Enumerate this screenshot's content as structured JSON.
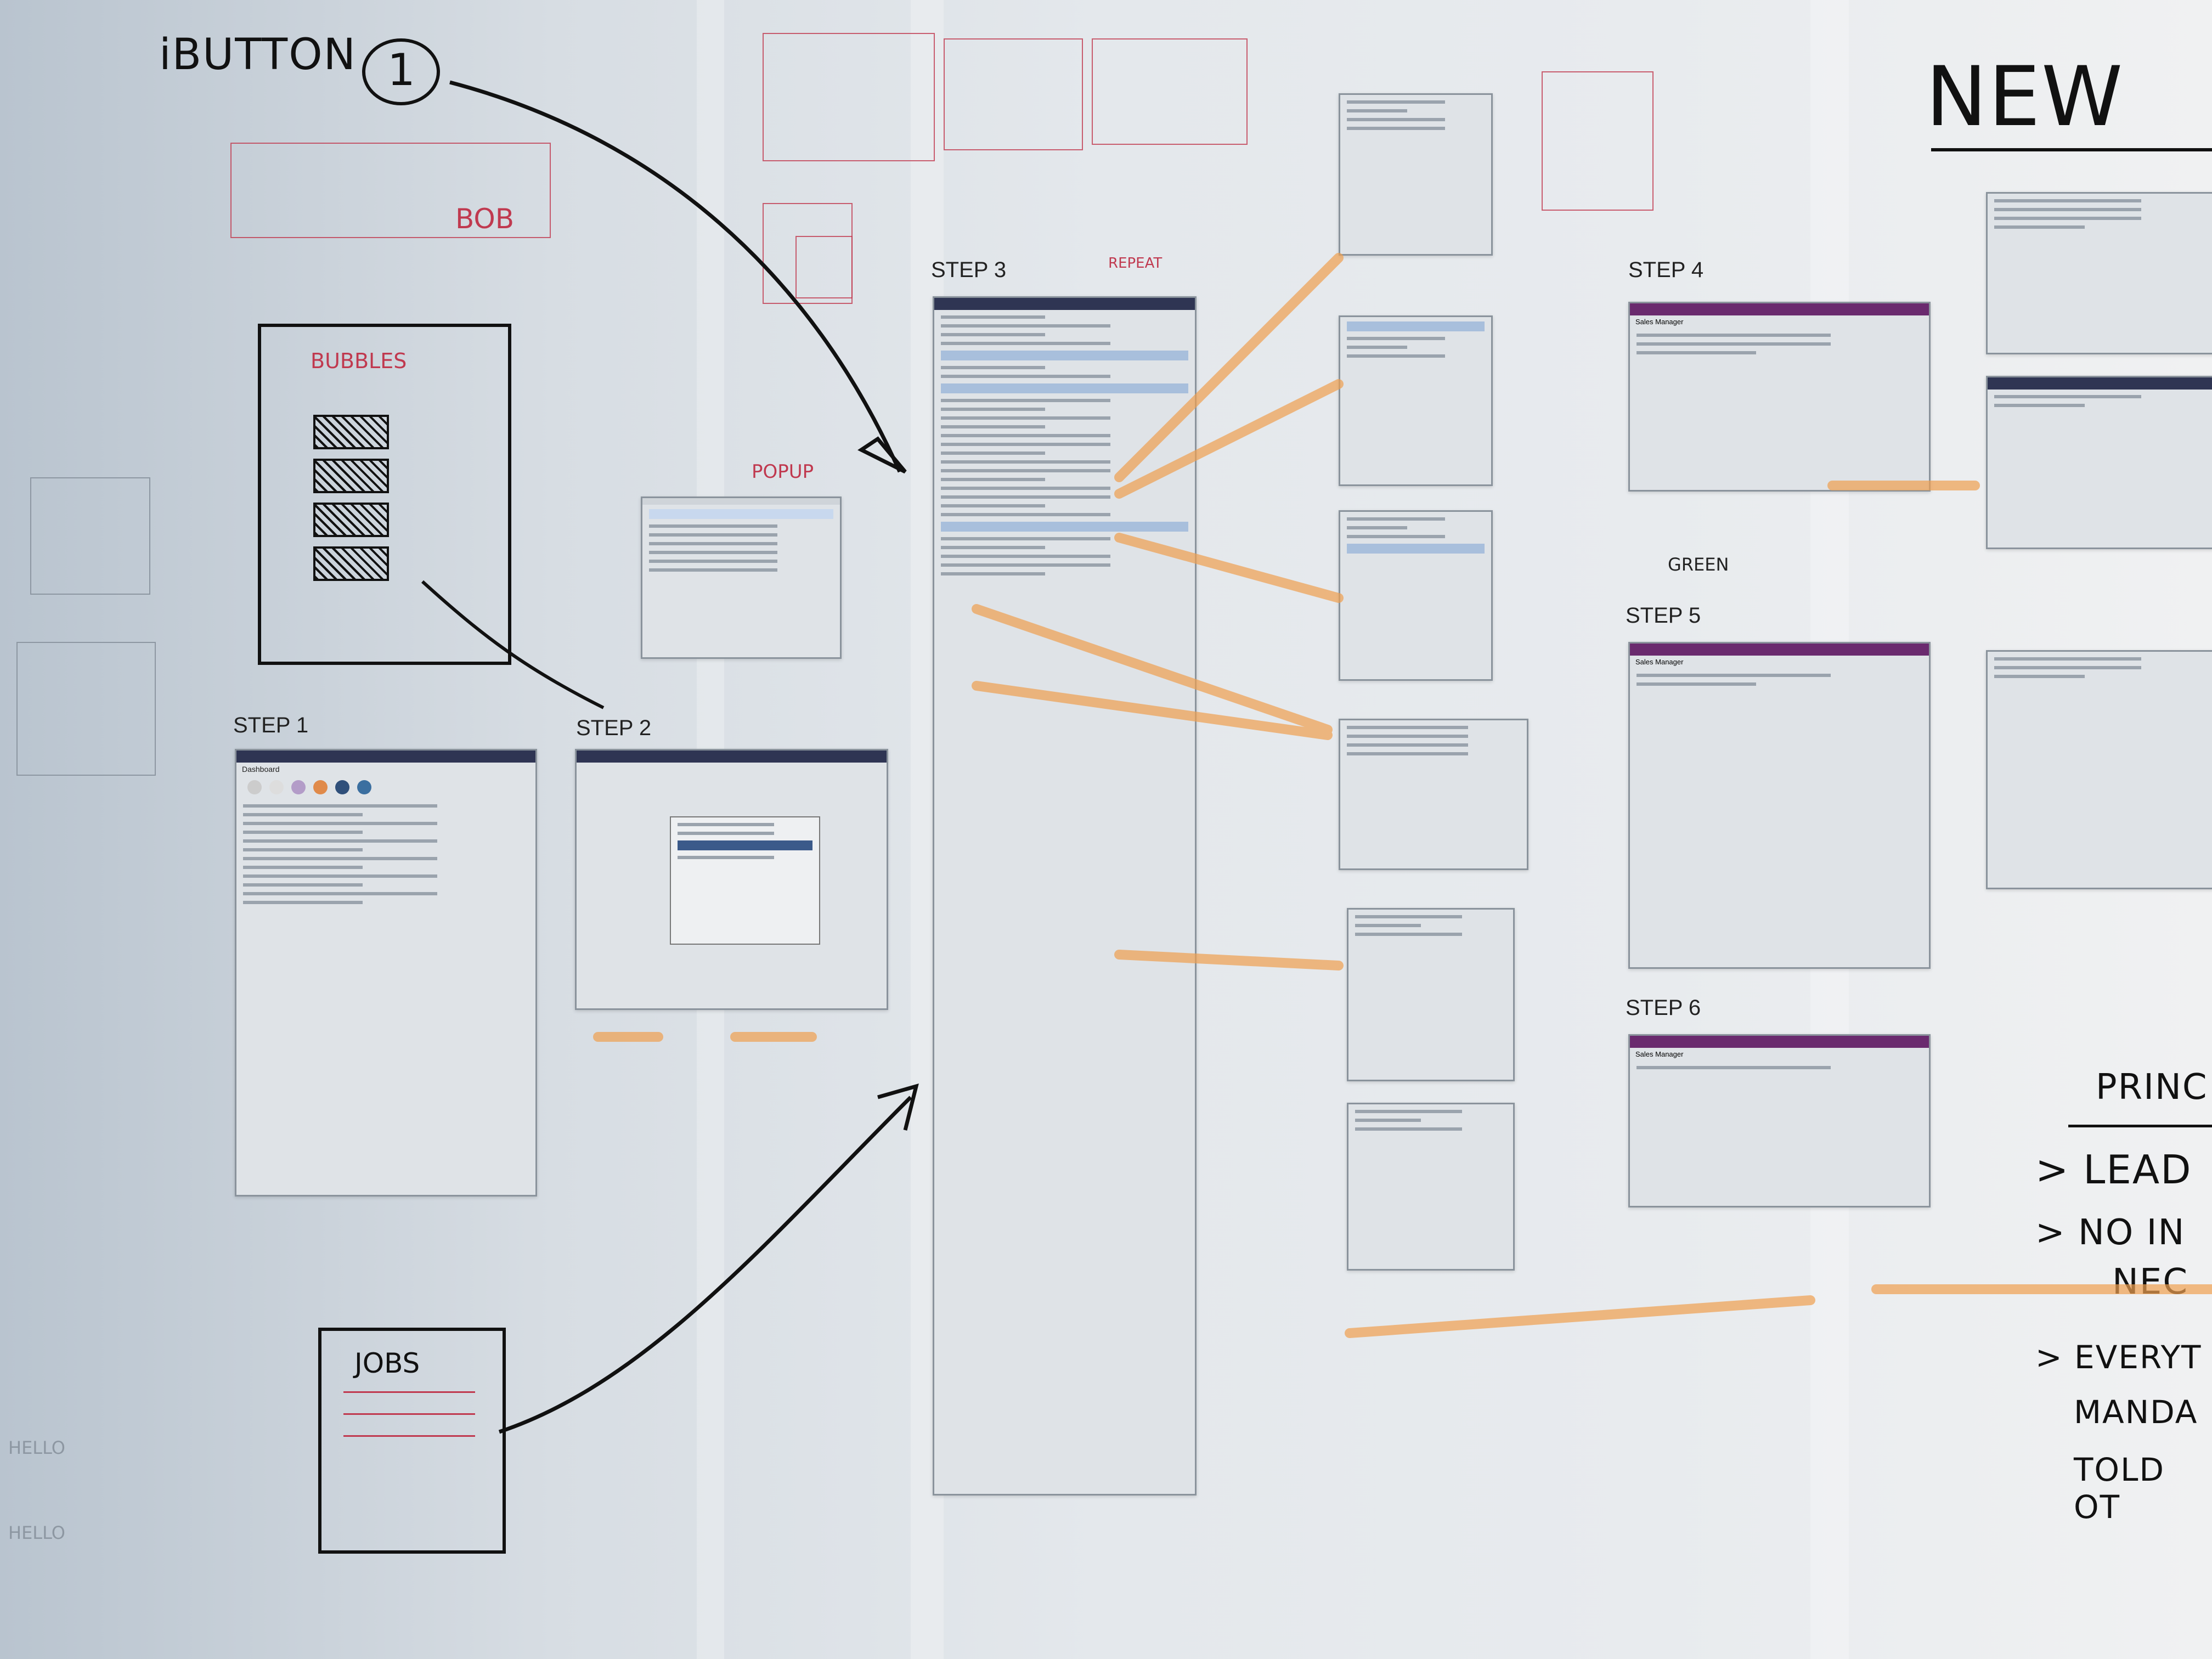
{
  "board": {
    "top_left_note": "iBUTTON",
    "top_left_number": "1",
    "title_right": "NEW"
  },
  "steps": [
    "STEP 1",
    "STEP 2",
    "STEP 3",
    "STEP 4",
    "STEP 5",
    "STEP 6"
  ],
  "sketch_labels": {
    "bubbles": "BUBBLES",
    "jobs": "JOBS",
    "popup": "POPUP",
    "bob": "BOB",
    "repeat": "REPEAT",
    "green": "GREEN",
    "hello_1": "HELLO",
    "hello_2": "HELLO"
  },
  "principles": {
    "heading": "PRINC",
    "items": [
      "> LEAD",
      "> NO IN",
      "NEC",
      "> EVERYT",
      "MANDA",
      "TOLD OT"
    ]
  },
  "screen_titles": {
    "step1": "Dashboard",
    "step4_header": "Sales Manager",
    "step5_header": "Sales Manager",
    "step6_header": "Sales Manager"
  },
  "colors": {
    "ink": "#111111",
    "red_sketch": "#c0394f",
    "highlighter_orange": "#f0a050",
    "app_navy": "#2f3553",
    "app_purple": "#6a2a6e"
  }
}
